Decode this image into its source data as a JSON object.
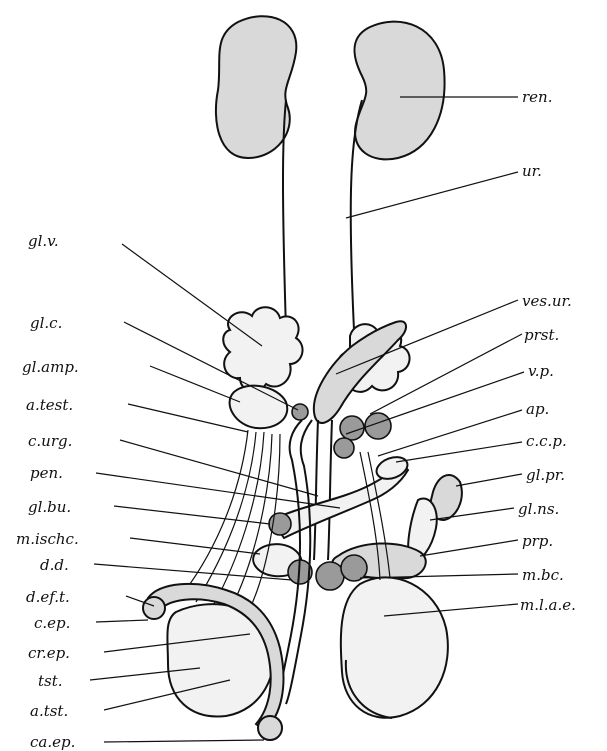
{
  "labels": {
    "ren": "ren.",
    "ur": "ur.",
    "gl_v": "gl.v.",
    "ves_ur": "ves.ur.",
    "gl_c": "gl.c.",
    "prst": "prst.",
    "gl_amp": "gl.amp.",
    "v_p": "v.p.",
    "a_test": "a.test.",
    "ap": "ap.",
    "c_urg": "c.urg.",
    "c_c_p": "c.c.p.",
    "pen": "pen.",
    "gl_pr": "gl.pr.",
    "gl_bu": "gl.bu.",
    "gl_ns": "gl.ns.",
    "m_ischc": "m.ischc.",
    "prp": "prp.",
    "d_d": "d.d.",
    "m_bc": "m.bc.",
    "d_ef_t": "d.ef.t.",
    "m_l_a_e": "m.l.a.e.",
    "c_ep": "c.ep.",
    "cr_ep": "cr.ep.",
    "tst": "tst.",
    "a_tst": "a.tst.",
    "ca_ep": "ca.ep."
  }
}
